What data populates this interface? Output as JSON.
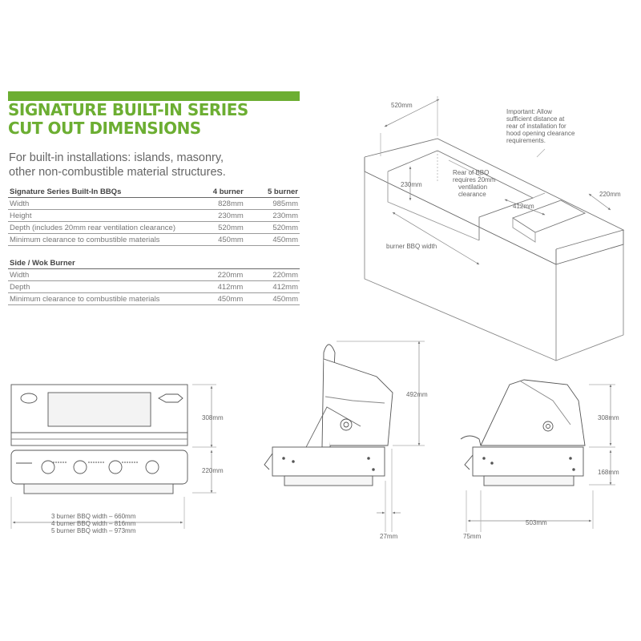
{
  "header": {
    "title_line1": "SIGNATURE BUILT-IN SERIES",
    "title_line2": "CUT OUT DIMENSIONS",
    "intro_line1": "For built-in installations: islands, masonry,",
    "intro_line2": "other non-combustible material structures.",
    "accent_color": "#6cae32"
  },
  "bbq_table": {
    "headers": [
      "Signature Series Built-In BBQs",
      "4 burner",
      "5 burner"
    ],
    "rows": [
      [
        "Width",
        "828mm",
        "985mm"
      ],
      [
        "Height",
        "230mm",
        "230mm"
      ],
      [
        "Depth (includes 20mm rear ventilation clearance)",
        "520mm",
        "520mm"
      ],
      [
        "Minimum clearance to combustible materials",
        "450mm",
        "450mm"
      ]
    ]
  },
  "side_table": {
    "headers": [
      "Side / Wok Burner",
      "",
      ""
    ],
    "rows": [
      [
        "Width",
        "220mm",
        "220mm"
      ],
      [
        "Depth",
        "412mm",
        "412mm"
      ],
      [
        "Minimum clearance to combustible materials",
        "450mm",
        "450mm"
      ]
    ]
  },
  "island": {
    "dim_520": "520mm",
    "dim_230": "230mm",
    "dim_412": "412mm",
    "dim_220": "220mm",
    "burner_width": "burner BBQ width",
    "note_important_1": "Important: Allow",
    "note_important_2": "sufficient distance at",
    "note_important_3": "rear of installation for",
    "note_important_4": "hood opening clearance",
    "note_important_5": "requirements.",
    "note_rear_1": "Rear of BBQ",
    "note_rear_2": "requires 20mm",
    "note_rear_3": "ventilation",
    "note_rear_4": "clearance"
  },
  "front_view": {
    "dim_308": "308mm",
    "dim_220": "220mm",
    "width_3": "3 burner BBQ width – 660mm",
    "width_4": "4 burner BBQ width – 816mm",
    "width_5": "5 burner BBQ width – 973mm"
  },
  "side_open": {
    "dim_492": "492mm",
    "dim_27": "27mm"
  },
  "side_closed": {
    "dim_308": "308mm",
    "dim_168": "168mm",
    "dim_503": "503mm",
    "dim_75": "75mm"
  }
}
